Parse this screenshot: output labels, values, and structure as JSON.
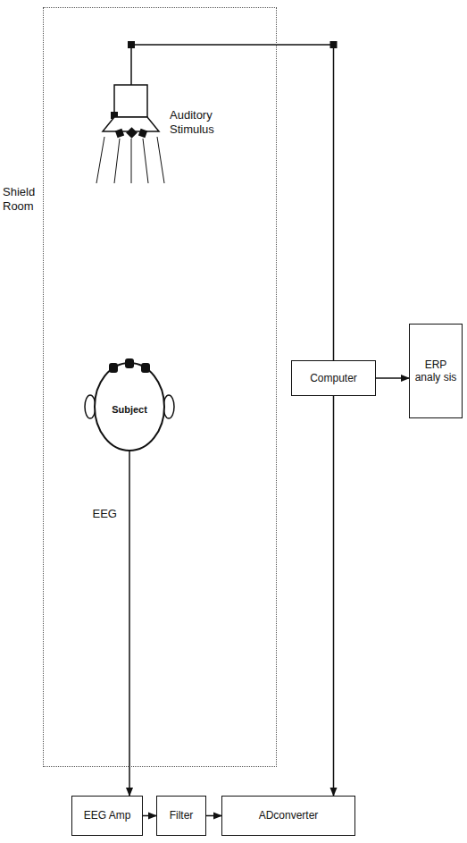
{
  "diagram": {
    "nodes": [
      {
        "text": [
          "Shield Room"
        ]
      },
      {
        "text": [
          "Auditory Stimulus"
        ],
        "in": 0
      },
      {
        "text": [
          "Subject"
        ],
        "in": 0
      },
      {
        "text": [
          "Computer"
        ]
      },
      {
        "text": [
          "ERP analy sis"
        ]
      },
      {
        "text": [
          "EEG Amp"
        ]
      },
      {
        "text": [
          "Filter"
        ]
      },
      {
        "text": [
          "ADconverter"
        ]
      }
    ],
    "edges": [
      {
        "from": 1,
        "to": 3,
        "arrow": "none"
      },
      {
        "from": 3,
        "to": 4,
        "arrow": "to"
      },
      {
        "from": 2,
        "to": 5,
        "label": "EEG",
        "arrow": "to"
      },
      {
        "from": 5,
        "to": 6,
        "arrow": "to"
      },
      {
        "from": 6,
        "to": 7,
        "arrow": "to"
      },
      {
        "from": 3,
        "to": 7,
        "arrow": "to"
      }
    ]
  }
}
